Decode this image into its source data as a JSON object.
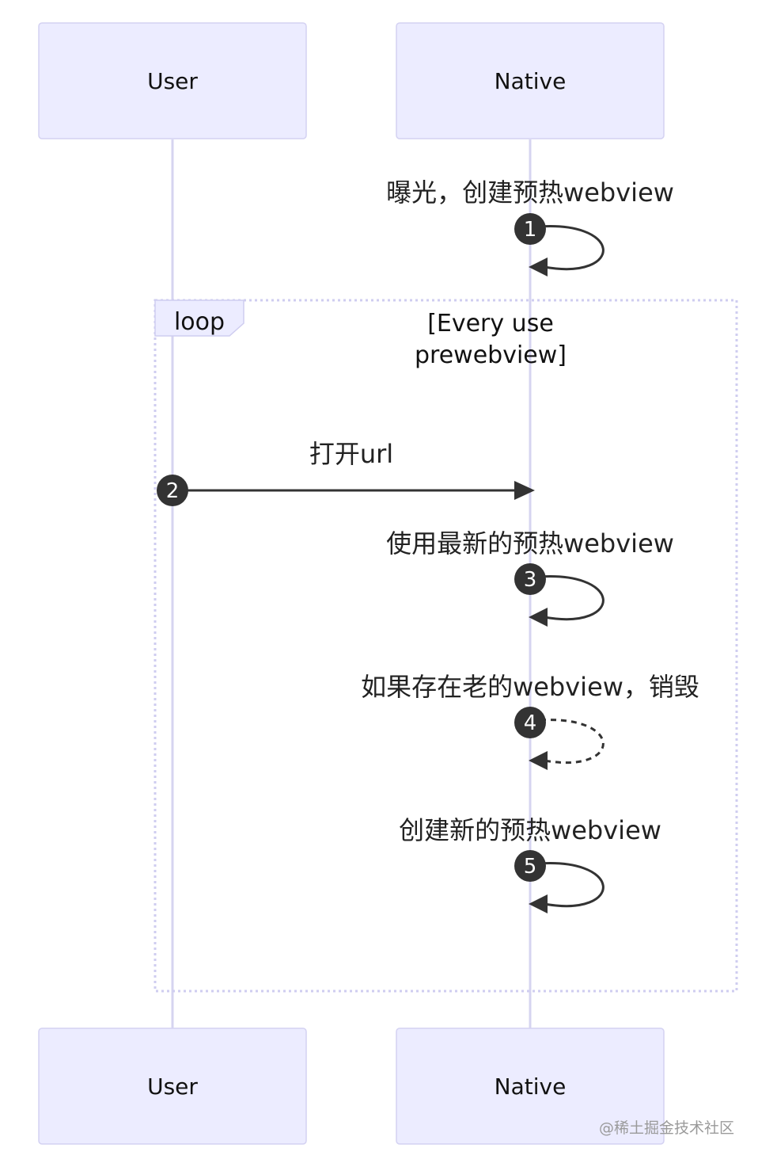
{
  "actors": {
    "user": {
      "name": "User"
    },
    "native": {
      "name": "Native"
    }
  },
  "loop": {
    "label": "loop",
    "condition_line1": "[Every use",
    "condition_line2": "prewebview]"
  },
  "messages": [
    {
      "seq": "1",
      "text": "曝光，创建预热webview",
      "from": "Native",
      "to": "Native",
      "style": "solid"
    },
    {
      "seq": "2",
      "text": "打开url",
      "from": "User",
      "to": "Native",
      "style": "solid"
    },
    {
      "seq": "3",
      "text": "使用最新的预热webview",
      "from": "Native",
      "to": "Native",
      "style": "solid"
    },
    {
      "seq": "4",
      "text": "如果存在老的webview，销毁",
      "from": "Native",
      "to": "Native",
      "style": "dashed"
    },
    {
      "seq": "5",
      "text": "创建新的预热webview",
      "from": "Native",
      "to": "Native",
      "style": "solid"
    }
  ],
  "watermark": "@稀土掘金技术社区"
}
